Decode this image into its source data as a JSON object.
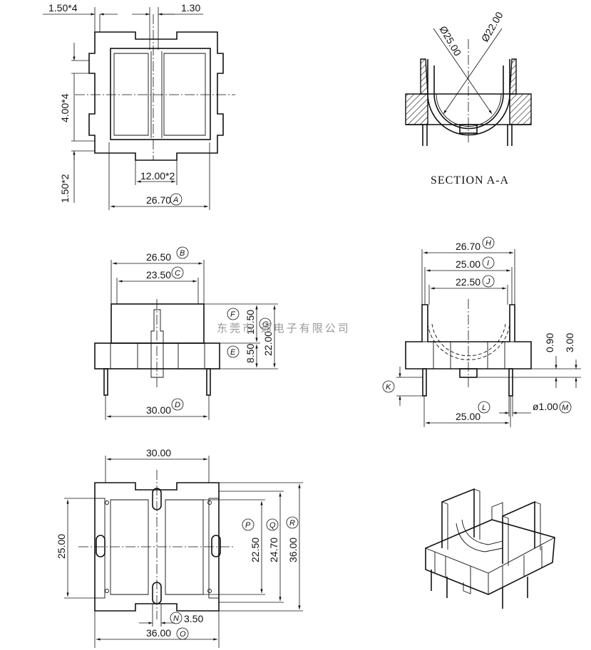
{
  "top_view": {
    "dim_slot_width": "1.50*4",
    "dim_gap": "1.30",
    "dim_pin_pitch_v": "4.00*4",
    "dim_edge_v": "1.50*2",
    "dim_inner": "12.00*2",
    "dim_width": "26.70",
    "tag_width": "A"
  },
  "section": {
    "dia_outer": "Ø25.00",
    "dia_inner": "Ø22.00",
    "caption": "SECTION A-A"
  },
  "front_view": {
    "dim_top_outer": "26.50",
    "tag_top_outer": "B",
    "dim_top_inner": "23.50",
    "tag_top_inner": "C",
    "dim_upper": "10.50",
    "tag_upper": "F",
    "dim_lower": "8.50",
    "tag_lower": "E",
    "dim_height": "22.00",
    "tag_height": "G",
    "dim_pins": "30.00",
    "tag_pins": "D"
  },
  "side_view": {
    "dim_outer": "26.70",
    "tag_outer": "H",
    "dim_mid": "25.00",
    "tag_mid": "I",
    "dim_inner": "22.50",
    "tag_inner": "J",
    "dim_step": "0.90",
    "dim_base": "3.00",
    "tag_pin_len": "K",
    "dim_pins": "25.00",
    "tag_pins": "L",
    "dim_pin_dia": "ø1.00",
    "tag_pin_dia": "M"
  },
  "bottom_view": {
    "dim_top": "30.00",
    "dim_left": "25.00",
    "dim_p": "22.50",
    "tag_p": "P",
    "dim_q": "24.70",
    "tag_q": "Q",
    "dim_r": "36.00",
    "tag_r": "R",
    "dim_slot": "3.50",
    "tag_slot": "N",
    "dim_bottom": "36.00",
    "tag_bottom": "O"
  },
  "watermark": "东莞市 通电子有限公司"
}
